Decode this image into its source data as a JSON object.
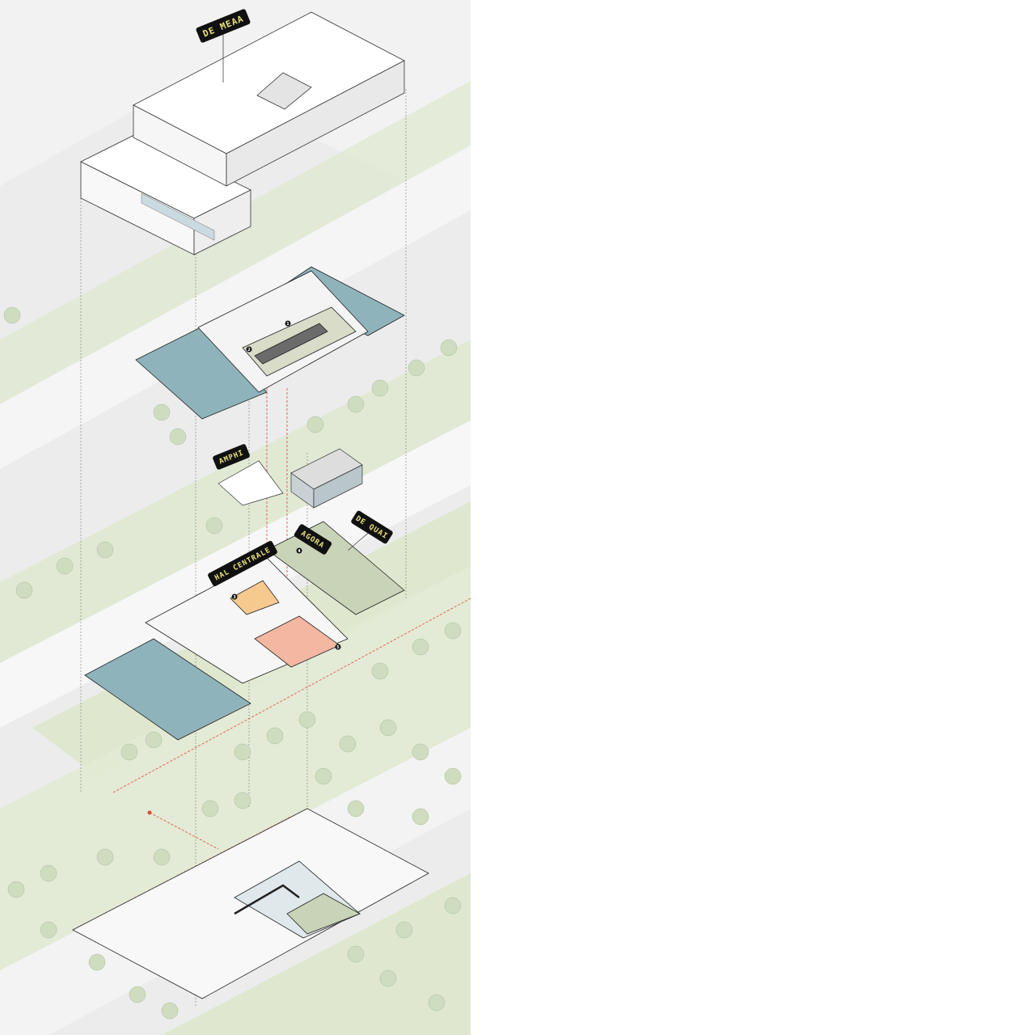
{
  "signs": [
    {
      "id": "roof",
      "label": "DE MEAA"
    },
    {
      "id": "amphi",
      "label": "AMPHI"
    },
    {
      "id": "hall",
      "label": "HAL CENTRALE"
    },
    {
      "id": "agora",
      "label": "AGORA"
    },
    {
      "id": "quai",
      "label": "DE QUAI"
    }
  ],
  "markers": [
    "1",
    "2",
    "3",
    "4",
    "5"
  ],
  "colors": {
    "background": "#ececec",
    "green": "#dfe8cf",
    "teal": "#8fb3bb",
    "salmon": "#f4b7a2",
    "orange": "#f6c98f",
    "sage": "#c9d3b8",
    "red_route": "#e0473b"
  }
}
